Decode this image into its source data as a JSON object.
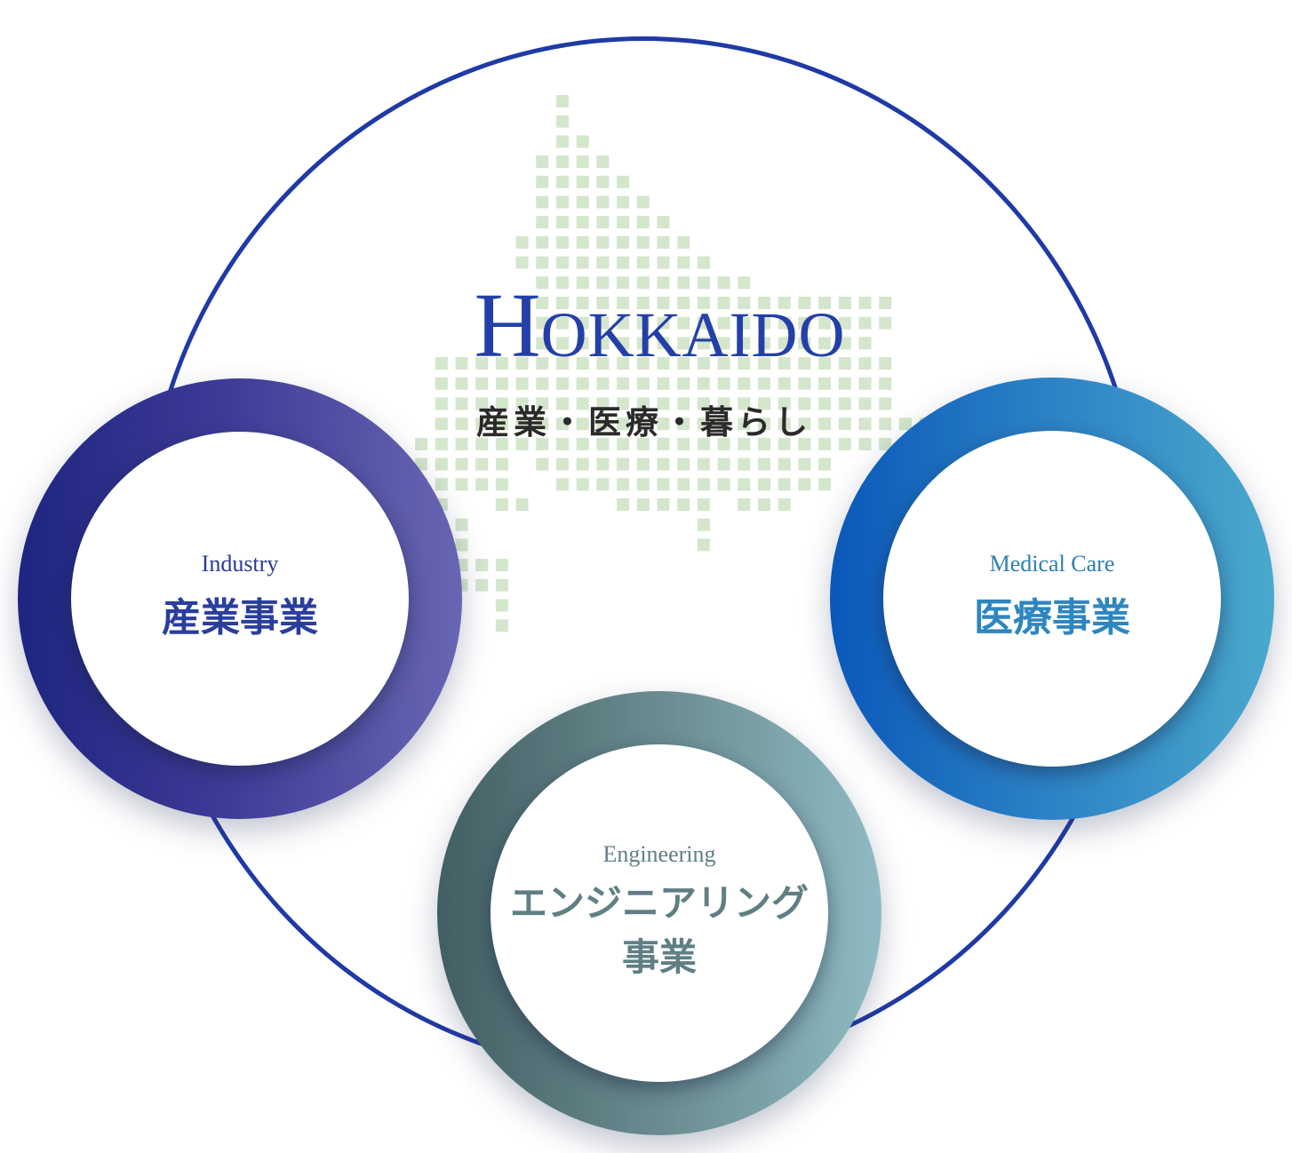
{
  "center": {
    "title_first": "H",
    "title_rest": "OKKAIDO",
    "subtitle": "産業・医療・暮らし"
  },
  "businesses": {
    "industry": {
      "en": "Industry",
      "jp": "産業事業"
    },
    "medical": {
      "en": "Medical Care",
      "jp": "医療事業"
    },
    "engineering": {
      "en": "Engineering",
      "jp_line1": "エンジニアリング",
      "jp_line2": "事業"
    }
  },
  "colors": {
    "outer_ring": "#1f3aa6",
    "map_tile": "#d4e6cc",
    "industry_gradient": [
      "#1e2580",
      "#6866b2"
    ],
    "medical_gradient": [
      "#0a58ba",
      "#4aa8cc"
    ],
    "engineering_gradient": [
      "#425e63",
      "#8fbac3"
    ]
  }
}
